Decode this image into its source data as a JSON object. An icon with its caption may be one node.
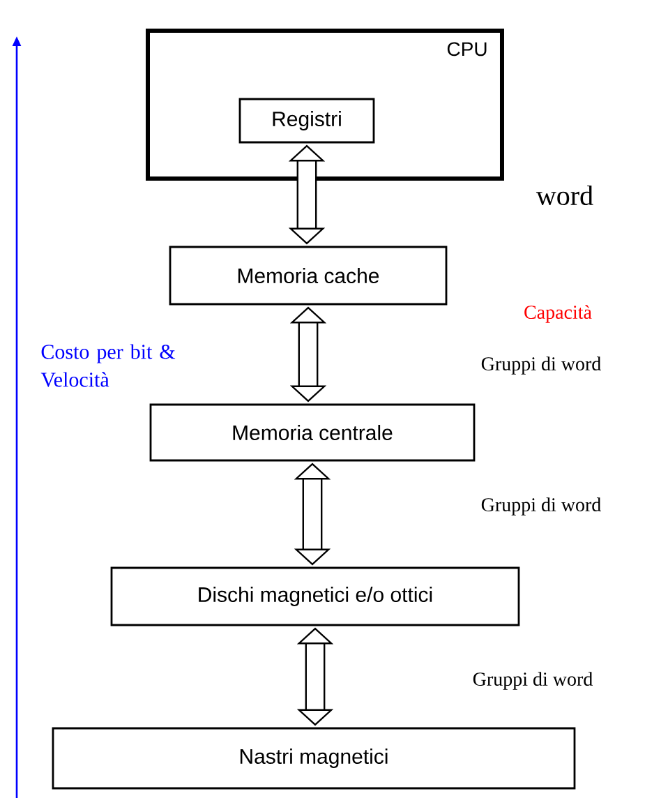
{
  "diagram": {
    "nodes": [
      {
        "text": [
          "CPU"
        ]
      },
      {
        "text": [
          "Registri"
        ],
        "in": 0
      },
      {
        "text": [
          "Memoria cache"
        ]
      },
      {
        "text": [
          "Memoria centrale"
        ]
      },
      {
        "text": [
          "Dischi magnetici e/o ottici"
        ]
      },
      {
        "text": [
          "Nastri magnetici"
        ]
      }
    ],
    "edges": [
      {
        "from": 1,
        "to": 2,
        "arrow": "both"
      },
      {
        "from": 2,
        "to": 3,
        "arrow": "both"
      },
      {
        "from": 3,
        "to": 4,
        "arrow": "both"
      },
      {
        "from": 4,
        "to": 5,
        "arrow": "both"
      }
    ],
    "labels": [
      "word",
      "Capacità",
      "Costo per bit & Velocità",
      "Gruppi di word",
      "Gruppi di word",
      "Gruppi di word"
    ]
  }
}
